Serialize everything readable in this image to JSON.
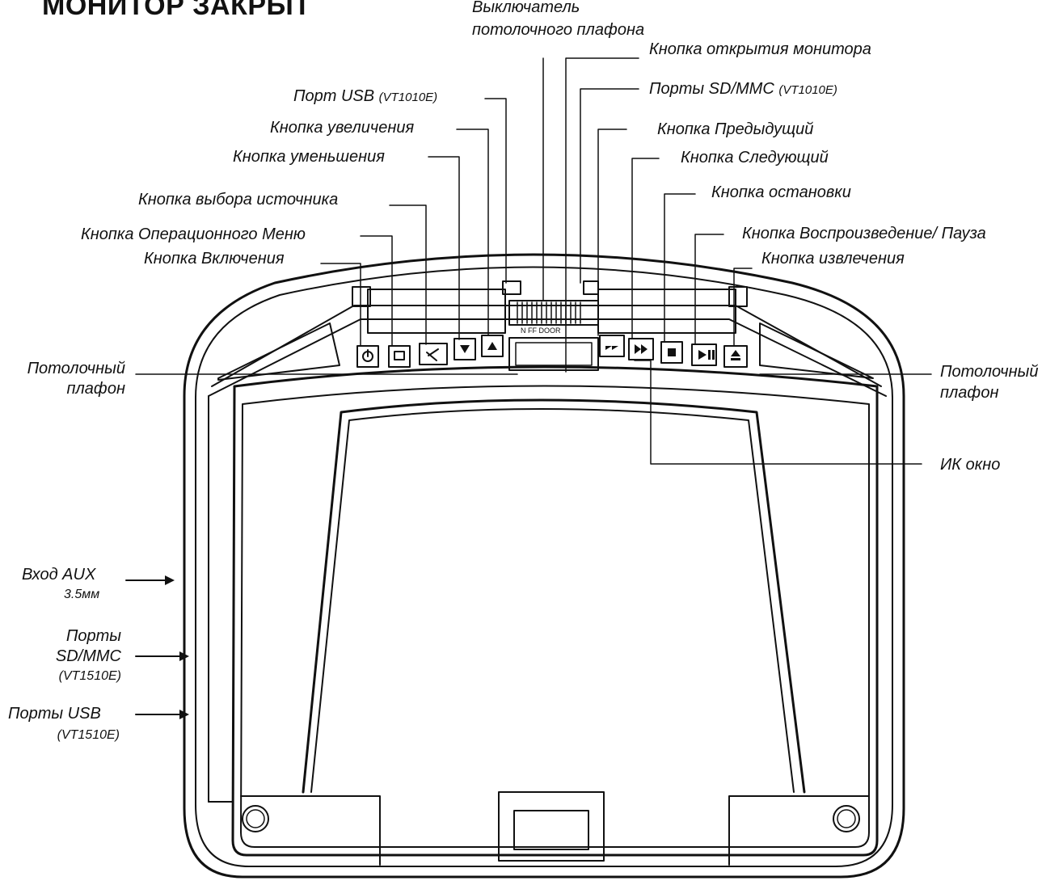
{
  "title": "МОНИТОР ЗАКРЫТ",
  "labels": {
    "dome_switch_1": "Выключатель",
    "dome_switch_2": "потолочного плафона",
    "open_button": "Кнопка   открытия монитора",
    "sd_top": "Порты SD/MMC",
    "sd_top_model": "(VT1010E)",
    "usb_top": "Порт USB",
    "usb_top_model": "(VT1010E)",
    "vol_up": "Кнопка увеличения",
    "vol_down": "Кнопка уменьшения",
    "prev": "Кнопка   Предыдущий",
    "next": "Кнопка   Следующий",
    "stop": "Кнопка   остановки",
    "source": "Кнопка выбора источника",
    "menu": "Кнопка Операционного Меню",
    "play": "Кнопка   Воспроизведение/ Пауза",
    "power": "Кнопка Включения",
    "eject": "Кнопка извлечения",
    "dome_left_1": "Потолочный",
    "dome_left_2": "плафон",
    "dome_right_1": "Потолочный",
    "dome_right_2": "плафон",
    "ir": "ИК окно",
    "aux_1": "Вход AUX",
    "aux_2": "3.5мм",
    "sd_side_1": "Порты",
    "sd_side_2": "SD/MMC",
    "sd_side_3": "(VT1510E)",
    "usb_side_1": "Порты USB",
    "usb_side_2": "(VT1510E)",
    "switch_marks": "N   FF  DOOR"
  }
}
